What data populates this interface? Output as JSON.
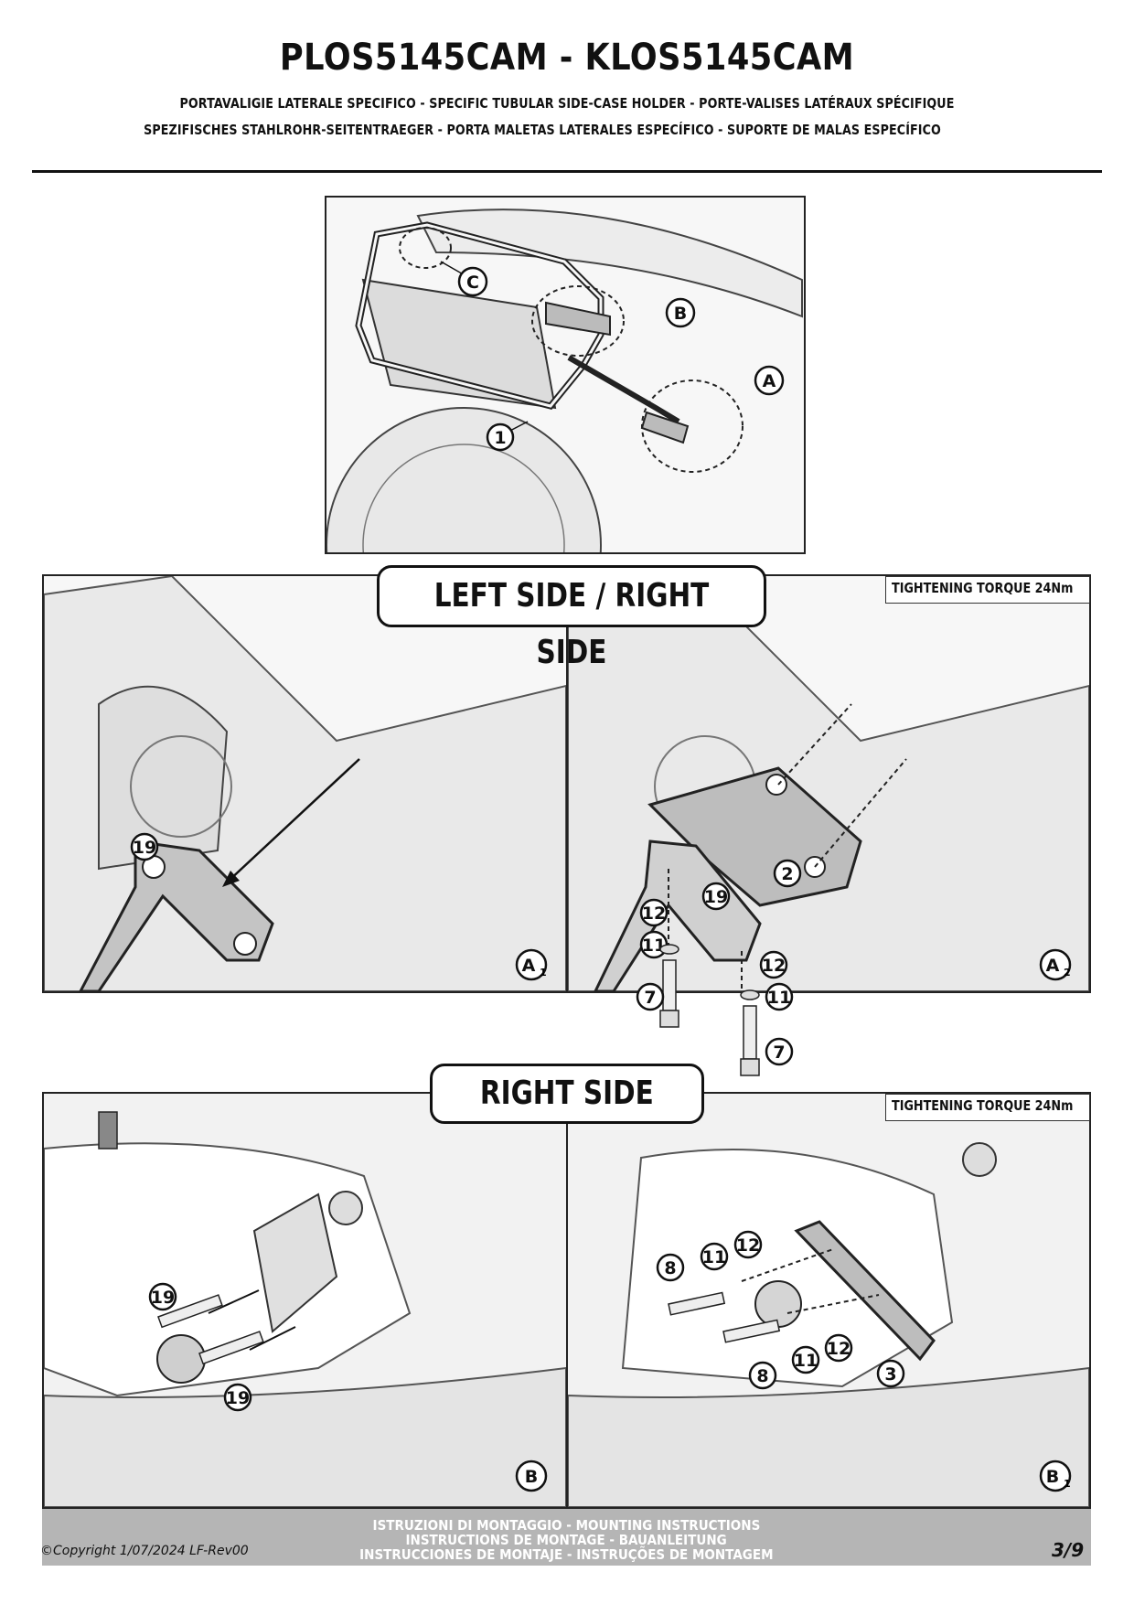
{
  "header": {
    "title": "PLOS5145CAM - KLOS5145CAM",
    "subtitle_line1": "PORTAVALIGIE LATERALE SPECIFICO  -  SPECIFIC TUBULAR SIDE-CASE HOLDER  - PORTE-VALISES LATÉRAUX SPÉCIFIQUE",
    "subtitle_line2": "SPEZIFISCHES STAHLROHR-SEITENTRAEGER - PORTA MALETAS LATERALES ESPECÍFICO - SUPORTE DE MALAS ESPECÍFICO"
  },
  "overview": {
    "callouts": {
      "c": "C",
      "b": "B",
      "a": "A",
      "part_1": "1"
    }
  },
  "section_left_right": {
    "banner": "LEFT SIDE / RIGHT SIDE",
    "torque": "TIGHTENING TORQUE 24Nm",
    "panel_a1": {
      "label": "A",
      "sub": "1",
      "part_19": "19"
    },
    "panel_a2": {
      "label": "A",
      "sub": "2",
      "parts": {
        "p2": "2",
        "p19": "19",
        "p12a": "12",
        "p11a": "11",
        "p7a": "7",
        "p12b": "12",
        "p11b": "11",
        "p7b": "7"
      }
    }
  },
  "section_right": {
    "banner": "RIGHT SIDE",
    "torque": "TIGHTENING TORQUE 24Nm",
    "panel_b": {
      "label": "B",
      "part_19a": "19",
      "part_19b": "19"
    },
    "panel_b1": {
      "label": "B",
      "sub": "1",
      "parts": {
        "p8a": "8",
        "p11a": "11",
        "p12a": "12",
        "p8b": "8",
        "p11b": "11",
        "p12b": "12",
        "p3": "3"
      }
    }
  },
  "footer": {
    "line1": "ISTRUZIONI DI MONTAGGIO  -  MOUNTING INSTRUCTIONS",
    "line2": "INSTRUCTIONS DE MONTAGE - BAUANLEITUNG",
    "line3": "INSTRUCCIONES DE MONTAJE - INSTRUÇÕES DE MONTAGEM",
    "copyright": "©Copyright 1/07/2024 LF-Rev00",
    "page": "3/9"
  }
}
